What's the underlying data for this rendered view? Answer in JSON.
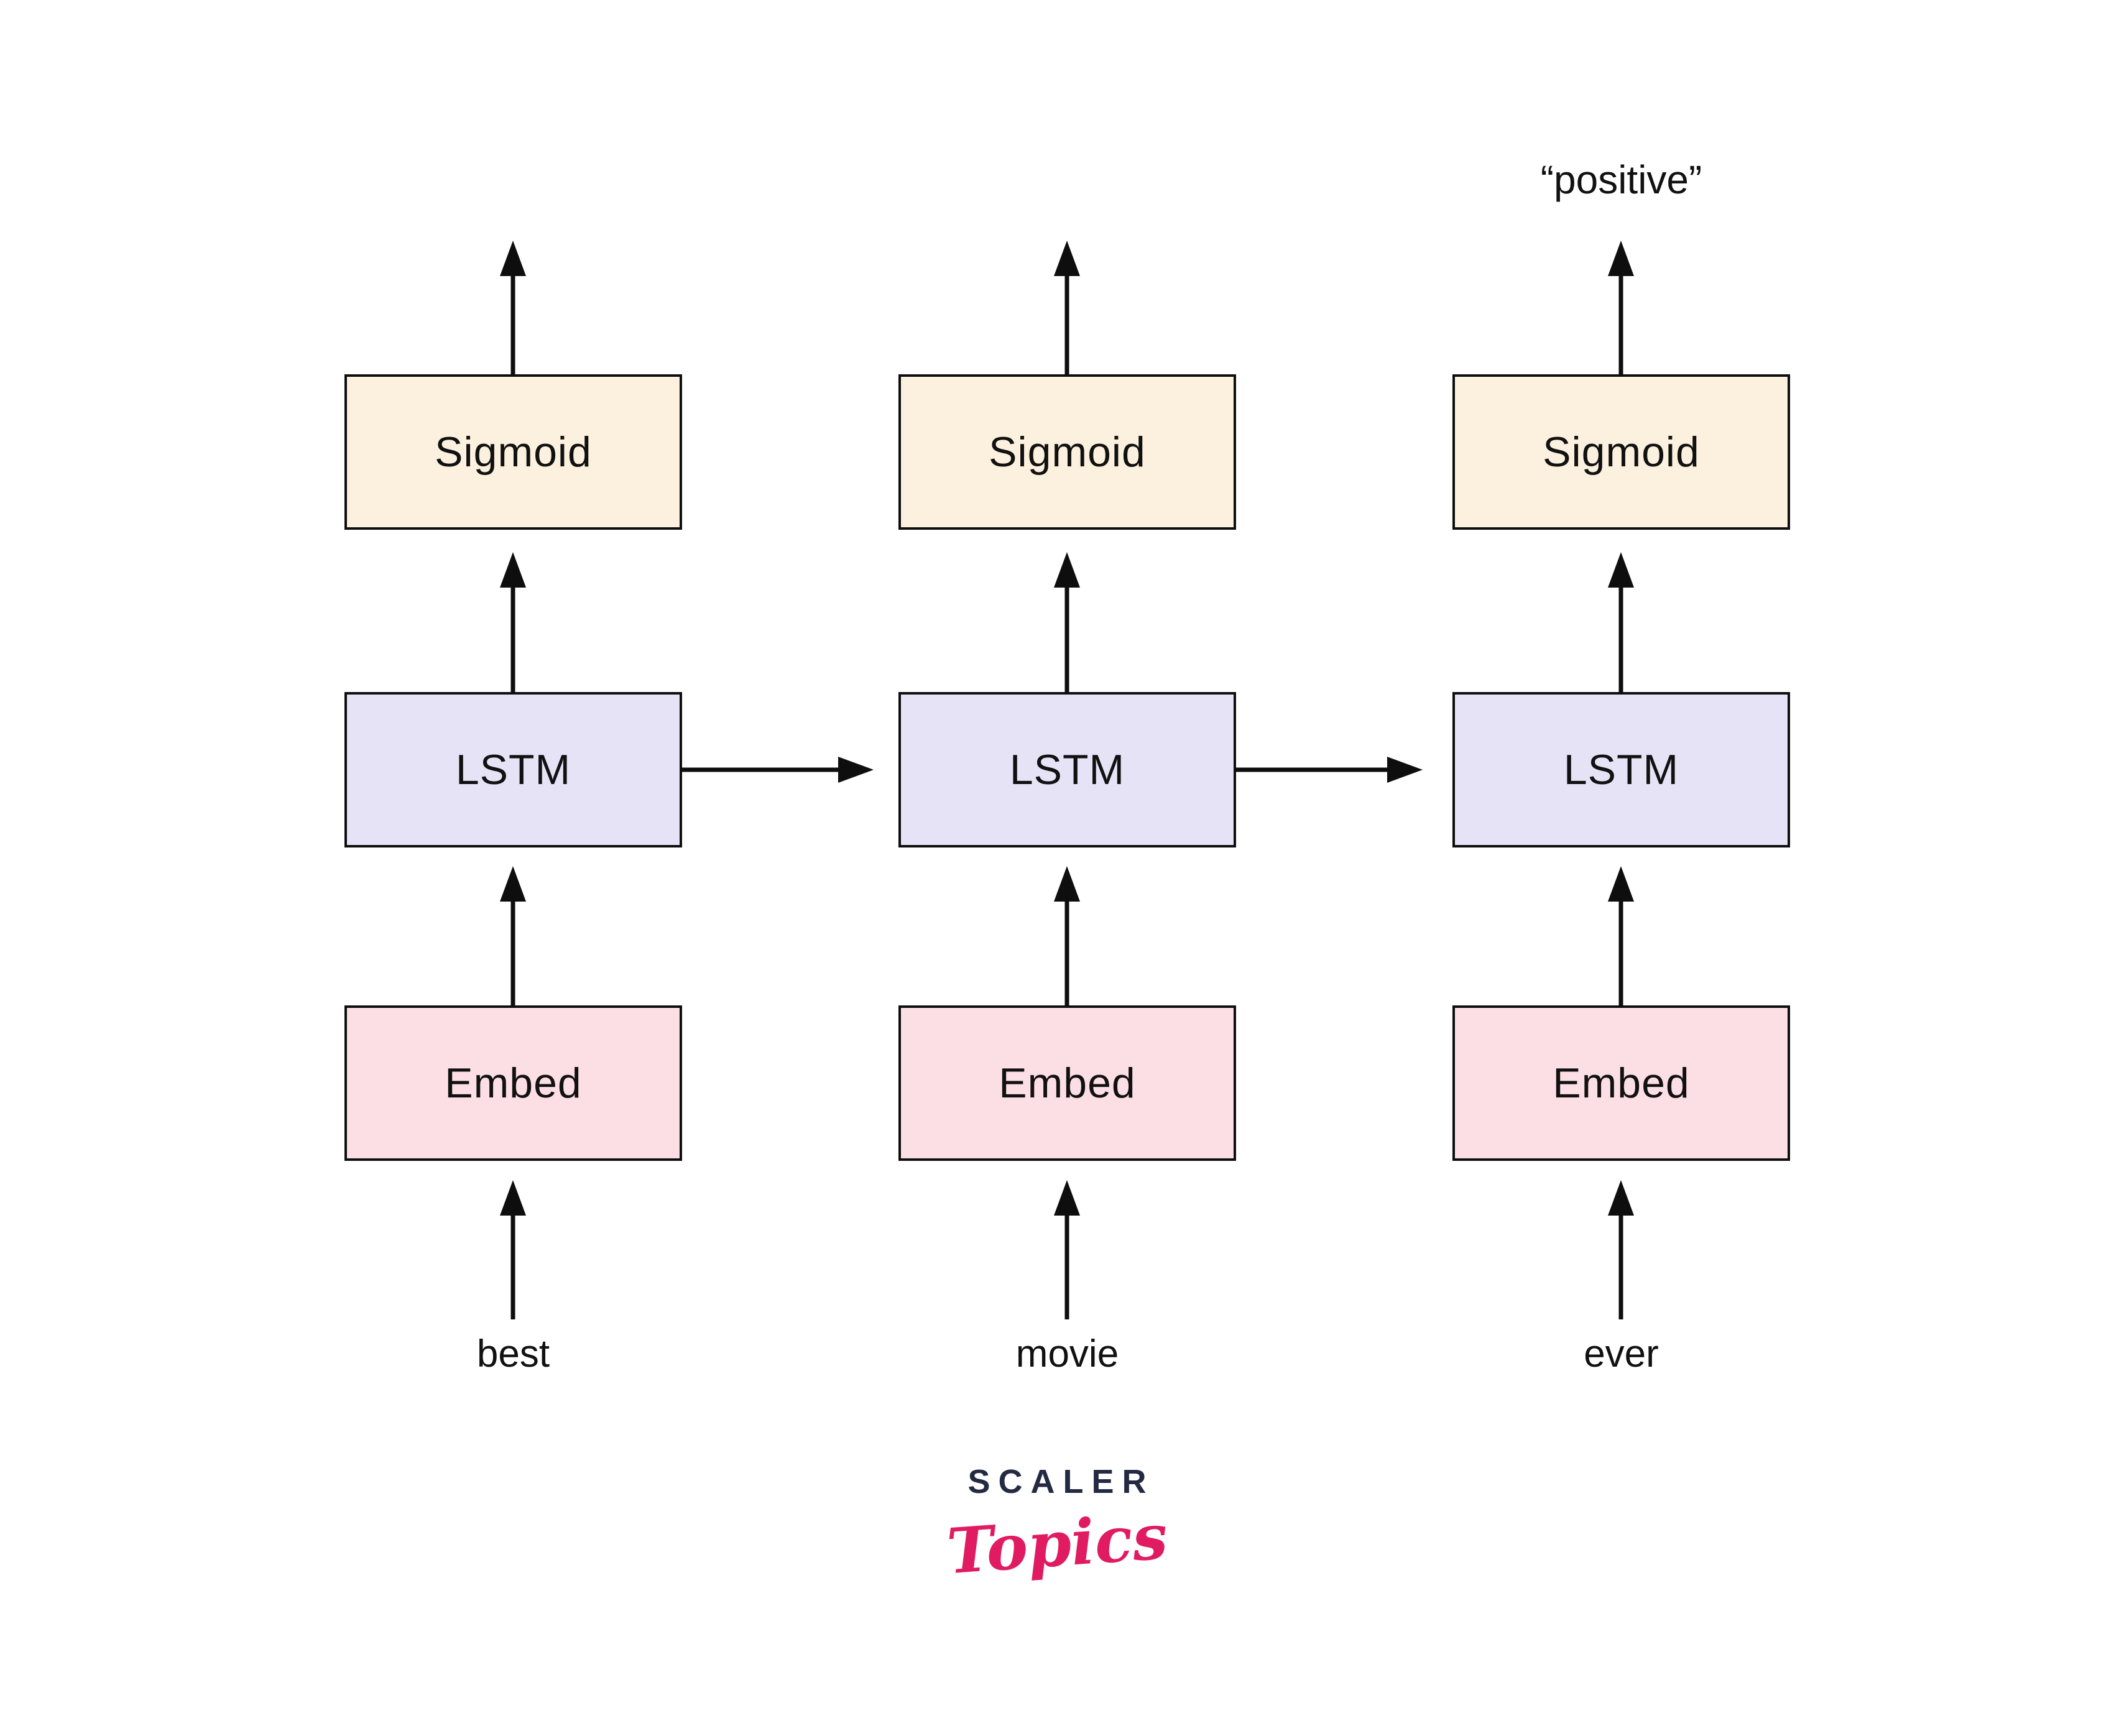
{
  "diagram": {
    "output_label": "“positive”",
    "columns": [
      {
        "word": "best",
        "embed": "Embed",
        "lstm": "LSTM",
        "sigmoid": "Sigmoid"
      },
      {
        "word": "movie",
        "embed": "Embed",
        "lstm": "LSTM",
        "sigmoid": "Sigmoid"
      },
      {
        "word": "ever",
        "embed": "Embed",
        "lstm": "LSTM",
        "sigmoid": "Sigmoid"
      }
    ]
  },
  "logo": {
    "brand": "SCALER",
    "product": "Topics"
  },
  "colors": {
    "sigmoid_fill": "#fbf1de",
    "lstm_fill": "#e6e3f7",
    "embed_fill": "#fcdfe5",
    "line": "#0e0e0e",
    "brand_navy": "#232a41",
    "brand_pink": "#e01b62"
  }
}
